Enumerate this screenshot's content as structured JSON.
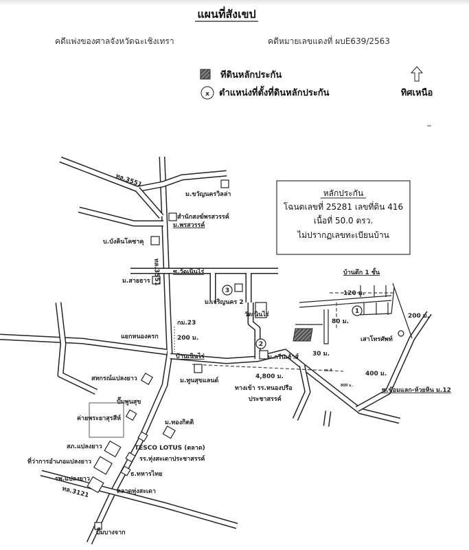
{
  "title": "แผนที่สังเขป",
  "court": "คดีแพ่งของศาลจังหวัดฉะเชิงเทรา",
  "case_number": "คดีหมายเลขแดงที่ ผบE639/2563",
  "legend": {
    "collateral_land": "ทีดินหลักประกัน",
    "location_marker_symbol": "x",
    "location": "ตำแหน่งที่ตั้งที่ดินหลักประกัน",
    "north": "ทิศเหนือ"
  },
  "info_box": {
    "heading": "หลักประกัน",
    "line1": "โฉนดเลขที่ 25281  เลขที่ดิน 416",
    "line2": "เนื้อที่ 50.0 ตรว.",
    "line3": "ไม่ปรากฏเลขทะเบียนบ้าน"
  },
  "markers": [
    "1",
    "2",
    "3"
  ],
  "labels": {
    "highway_3551": "ทล.3551",
    "highway_3121": "ทล.3121",
    "khwan_nakhon": "ม.ขวัญนครวิลล่า",
    "monastery": "สำนักสงฆ์พรสวรรค์",
    "phon_sawan": "ม.พรสวรรค์",
    "bangkin": "บ.บังคินโคซาคุ",
    "soi_wat_noen_rai": "ซ.วัดเนินไร่",
    "sai_than": "ม.สายธาร",
    "charoen_nakhon": "ม.เจริญนคร 2",
    "wat_noen_rai": "วัดเนินไร่",
    "km23": "กม.23",
    "nong_khrok": "แยกหนองครก",
    "dist_200_left": "200 ม.",
    "ban_noen_rai": "บ้านเนินไร่",
    "green_house": "ม.กรีนเฮ้าส์",
    "thun_suk": "ม.ทูนสุขแลนด์",
    "dist_4800": "4,800 ม.",
    "school_entry": "ทางเข้า รร.หนองปรือ",
    "school_entry2": "ประชาสรรค์",
    "cooperative": "สหกรณ์แปลงยาว",
    "pump_poonsuk": "ปั๊มพูนสุข",
    "camp": "ค่ายพระยาสุรสีห์",
    "thong_kitti": "ม.ทองกิตติ",
    "tesco": "TESCO LOTUS (ตลาด)",
    "police": "สภ.แปลงยาว",
    "district_office": "ที่ว่าการอำเภอแปลงยาว",
    "school_tung": "รร.ทุ่งสะเดาประชาสรรค์",
    "tmb": "ธ.ทหารไทย",
    "hospital": "รพ.แปลงยาว",
    "market": "ตลาดทุ่งสะเดา",
    "bangchak": "ปั๊มบางจาก",
    "house": "บ้านตึก 1 ชั้น",
    "dist_120": "120 ม.",
    "dist_80": "80 ม.",
    "dist_200_right": "200 ม.",
    "pole": "เสาโทรศัพท์",
    "dist_30": "30 ม.",
    "dist_400": "400 ม.",
    "dist_800": "800 ม.",
    "km4": "กม.4",
    "soi_khom": "ซ.ข้อมแลก-ห้วยหิน ม.12"
  }
}
